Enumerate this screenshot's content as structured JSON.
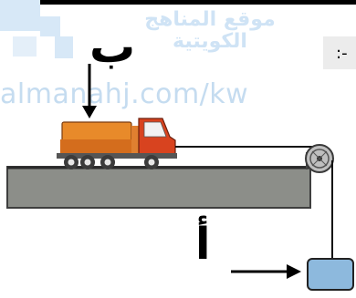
{
  "watermark": {
    "site_name_ar": "موقع المناهج الكويتية",
    "url": "almanahj.com/kw",
    "brand_color": "#2f8fd6"
  },
  "labels": {
    "truck_marker": "ب",
    "weight_marker": "أ"
  },
  "side_note": ":-",
  "colors": {
    "ground": "#8c8e89",
    "truck_cargo": "#e88a2a",
    "truck_cab": "#d8431f",
    "weight_box": "#8db9dd"
  }
}
